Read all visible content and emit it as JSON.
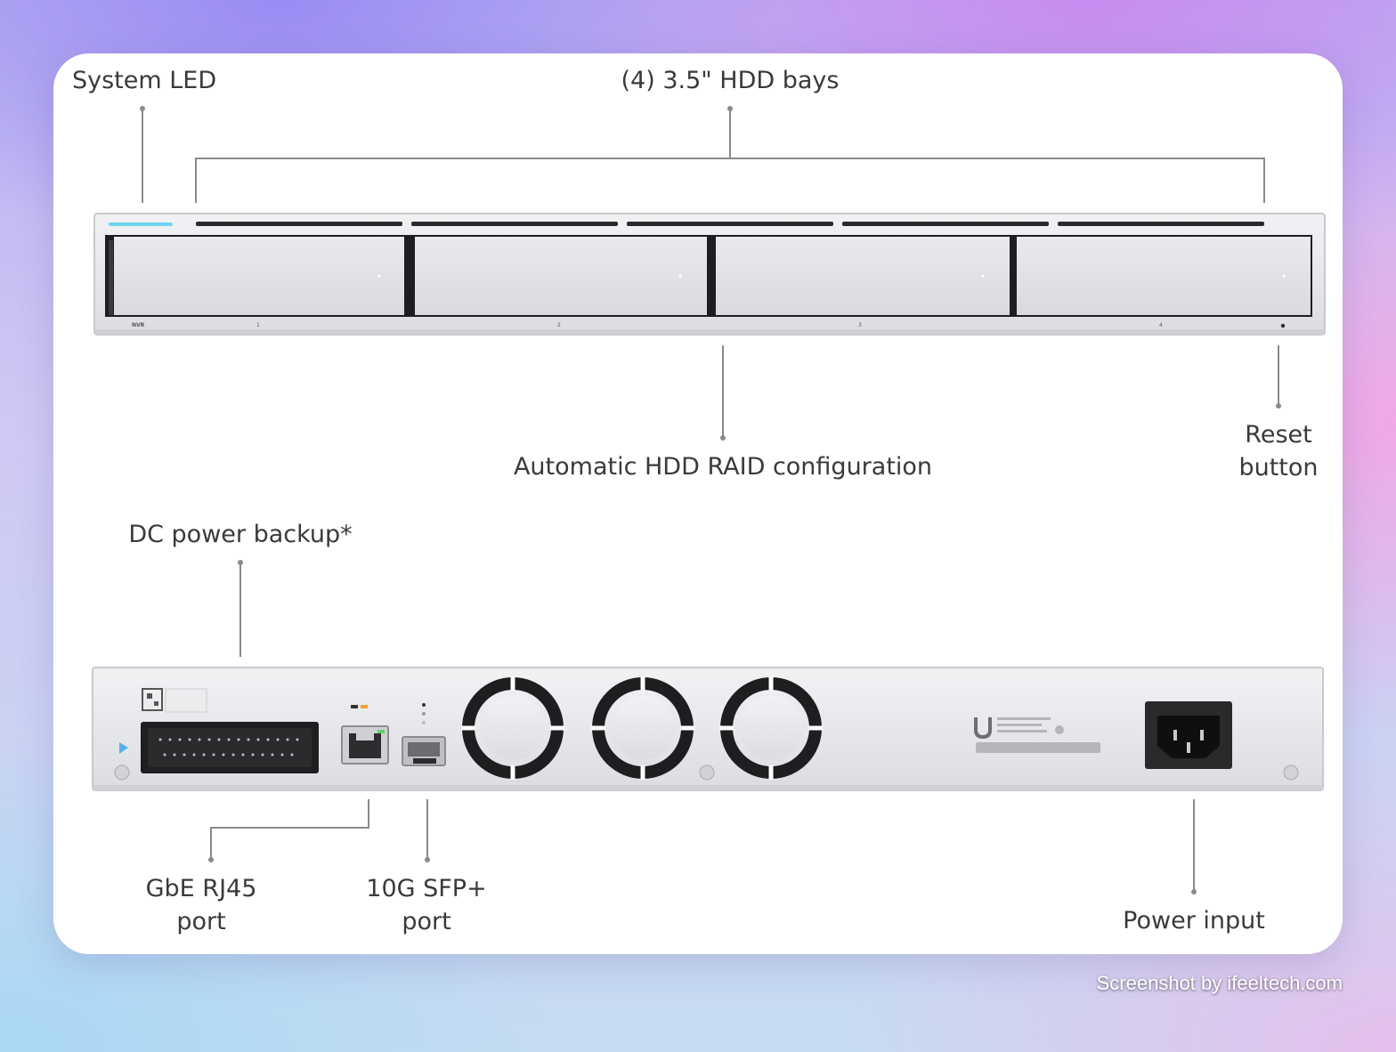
{
  "labels": {
    "system_led": "System LED",
    "hdd_bays": "(4) 3.5\" HDD bays",
    "raid": "Automatic HDD RAID configuration",
    "reset_line1": "Reset",
    "reset_line2": "button",
    "dc_power": "DC power backup*",
    "gbe_line1": "GbE RJ45",
    "gbe_line2": "port",
    "sfp_line1": "10G SFP+",
    "sfp_line2": "port",
    "power_input": "Power input"
  },
  "front_panel": {
    "model_text": "NVR",
    "bay_numbers": [
      "1",
      "2",
      "3",
      "4"
    ]
  },
  "colors": {
    "led": "#6fd3f2",
    "chassis": "#e6e7eb",
    "leader_line": "#8a8a8a"
  },
  "watermark": "Screenshot by ifeeltech.com"
}
